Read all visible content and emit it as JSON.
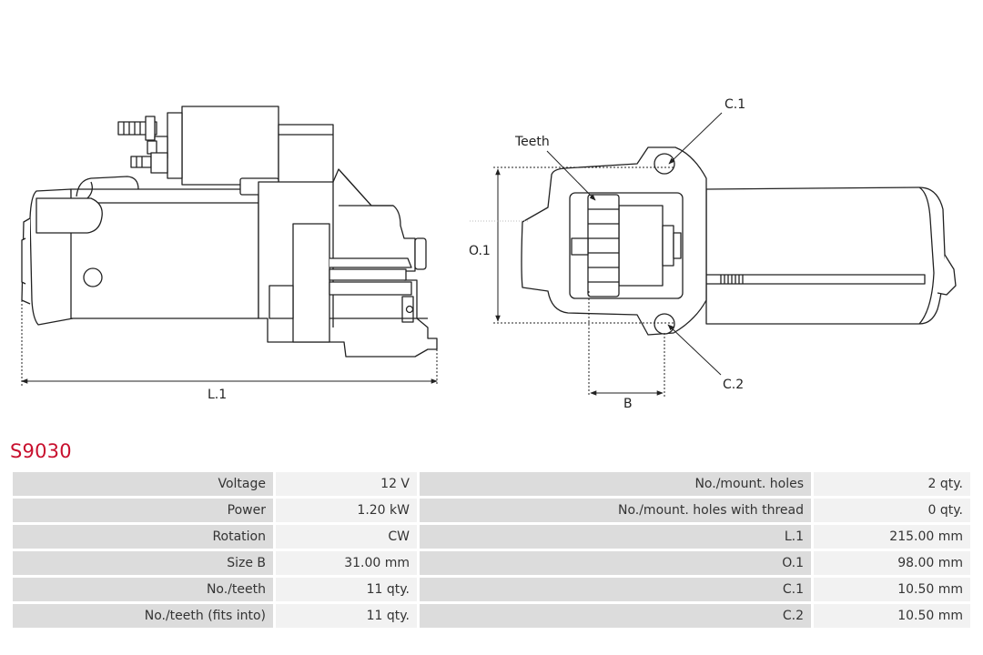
{
  "part_number": "S9030",
  "drawing": {
    "labels": {
      "l1": "L.1",
      "o1": "O.1",
      "b": "B",
      "c1": "C.1",
      "c2": "C.2",
      "teeth": "Teeth"
    }
  },
  "specs": {
    "rows": [
      {
        "k1": "Voltage",
        "v1": "12 V",
        "k2": "No./mount. holes",
        "v2": "2 qty."
      },
      {
        "k1": "Power",
        "v1": "1.20 kW",
        "k2": "No./mount. holes with thread",
        "v2": "0 qty."
      },
      {
        "k1": "Rotation",
        "v1": "CW",
        "k2": "L.1",
        "v2": "215.00 mm"
      },
      {
        "k1": "Size B",
        "v1": "31.00 mm",
        "k2": "O.1",
        "v2": "98.00 mm"
      },
      {
        "k1": "No./teeth",
        "v1": "11 qty.",
        "k2": "C.1",
        "v2": "10.50 mm"
      },
      {
        "k1": "No./teeth (fits into)",
        "v1": "11 qty.",
        "k2": "C.2",
        "v2": "10.50 mm"
      }
    ]
  }
}
